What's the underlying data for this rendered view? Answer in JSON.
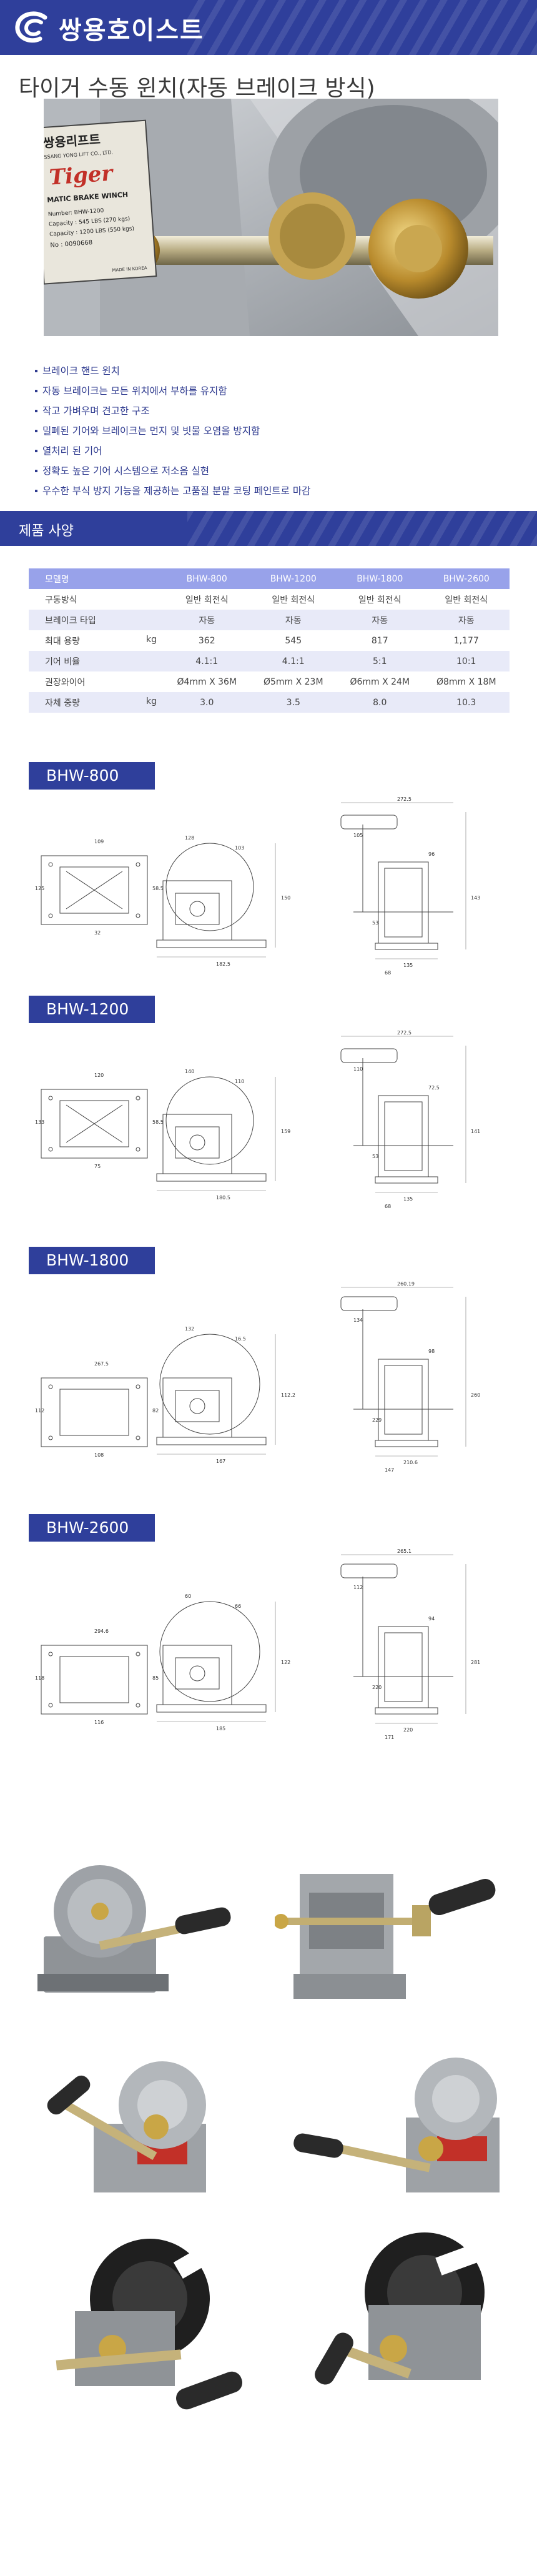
{
  "brand": {
    "name": "쌍용호이스트"
  },
  "title": "타이거 수동 윈치(자동 브레이크 방식)",
  "hero": {
    "plate_brand_line1": "쌍용리프트",
    "plate_brand_line2": "SSANG YONG LIFT CO., LTD.",
    "plate_logo": "Tiger",
    "plate_line3": "MATIC BRAKE WINCH",
    "plate_line4": "Number: BHW-1200",
    "plate_line5": "Capacity : 545 LBS (270 kgs)",
    "plate_line6": "Capacity : 1200 LBS (550 kgs)",
    "plate_line7": "No : 0090668",
    "plate_line8": "MADE IN KOREA"
  },
  "features": [
    "브레이크 핸드 윈치",
    "자동 브레이크는 모든 위치에서 부하를 유지함",
    "작고 가벼우며 견고한 구조",
    "밀폐된 기어와 브레이크는 먼지 및 빗물 오염을 방지함",
    "열처리 된 기어",
    "정확도 높은 기어 시스템으로 저소음 실현",
    "우수한 부식 방지 기능을 제공하는 고품질 분말 코팅 페인트로 마감"
  ],
  "section_title": "제품 사양",
  "spec": {
    "header": [
      "모델명",
      "BHW-800",
      "BHW-1200",
      "BHW-1800",
      "BHW-2600"
    ],
    "rows": [
      {
        "label": "구동방식",
        "unit": "",
        "values": [
          "일반 회전식",
          "일반 회전식",
          "일반 회전식",
          "일반 회전식"
        ]
      },
      {
        "label": "브레이크 타입",
        "unit": "",
        "values": [
          "자동",
          "자동",
          "자동",
          "자동"
        ]
      },
      {
        "label": "최대 용량",
        "unit": "kg",
        "values": [
          "362",
          "545",
          "817",
          "1,177"
        ]
      },
      {
        "label": "기어 비율",
        "unit": "",
        "values": [
          "4.1:1",
          "4.1:1",
          "5:1",
          "10:1"
        ]
      },
      {
        "label": "권장와이어",
        "unit": "",
        "values": [
          "Ø4mm X 36M",
          "Ø5mm X 23M",
          "Ø6mm X 24M",
          "Ø8mm X 18M"
        ]
      },
      {
        "label": "자체 중량",
        "unit": "kg",
        "values": [
          "3.0",
          "3.5",
          "8.0",
          "10.3"
        ]
      }
    ]
  },
  "drawings": [
    {
      "model": "BHW-800",
      "dims": [
        "272.5",
        "143",
        "135",
        "53",
        "105",
        "182.5",
        "150",
        "128",
        "103",
        "109",
        "32",
        "125",
        "58.5",
        "96",
        "68"
      ]
    },
    {
      "model": "BHW-1200",
      "dims": [
        "272.5",
        "141",
        "135",
        "53",
        "110",
        "180.5",
        "159",
        "140",
        "110",
        "120",
        "75",
        "133",
        "58.5",
        "72.5",
        "68"
      ]
    },
    {
      "model": "BHW-1800",
      "dims": [
        "260.19",
        "260",
        "210.6",
        "229",
        "134",
        "167",
        "112.2",
        "132",
        "16.5",
        "267.5",
        "108",
        "112",
        "82",
        "98",
        "147"
      ]
    },
    {
      "model": "BHW-2600",
      "dims": [
        "265.1",
        "281",
        "220",
        "220",
        "112",
        "185",
        "122",
        "60",
        "66",
        "294.6",
        "116",
        "118",
        "85",
        "94",
        "171"
      ]
    }
  ],
  "colors": {
    "brand_blue": "#2f3f9b",
    "table_head": "#98a2ea",
    "table_alt": "#e8eaf8",
    "feature_text": "#2e3a8f"
  }
}
